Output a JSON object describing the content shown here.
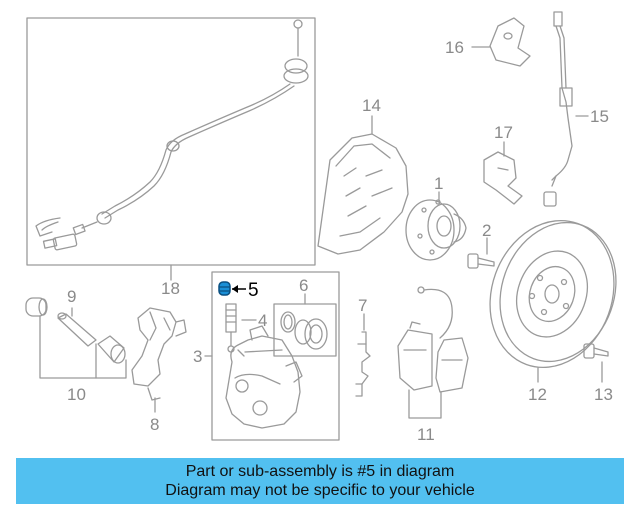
{
  "diagram": {
    "callouts": {
      "c1": "1",
      "c2": "2",
      "c3": "3",
      "c4": "4",
      "c5": "5",
      "c6": "6",
      "c7": "7",
      "c8": "8",
      "c9": "9",
      "c10": "10",
      "c11": "11",
      "c12": "12",
      "c13": "13",
      "c14": "14",
      "c15": "15",
      "c16": "16",
      "c17": "17",
      "c18": "18"
    },
    "highlighted_part": "5",
    "colors": {
      "line": "#9a9a9a",
      "highlight": "#1a8fd6",
      "banner": "#52c0f0"
    }
  },
  "banner": {
    "line1": "Part or sub-assembly is #5 in diagram",
    "line2": "Diagram may not be specific to your vehicle"
  }
}
